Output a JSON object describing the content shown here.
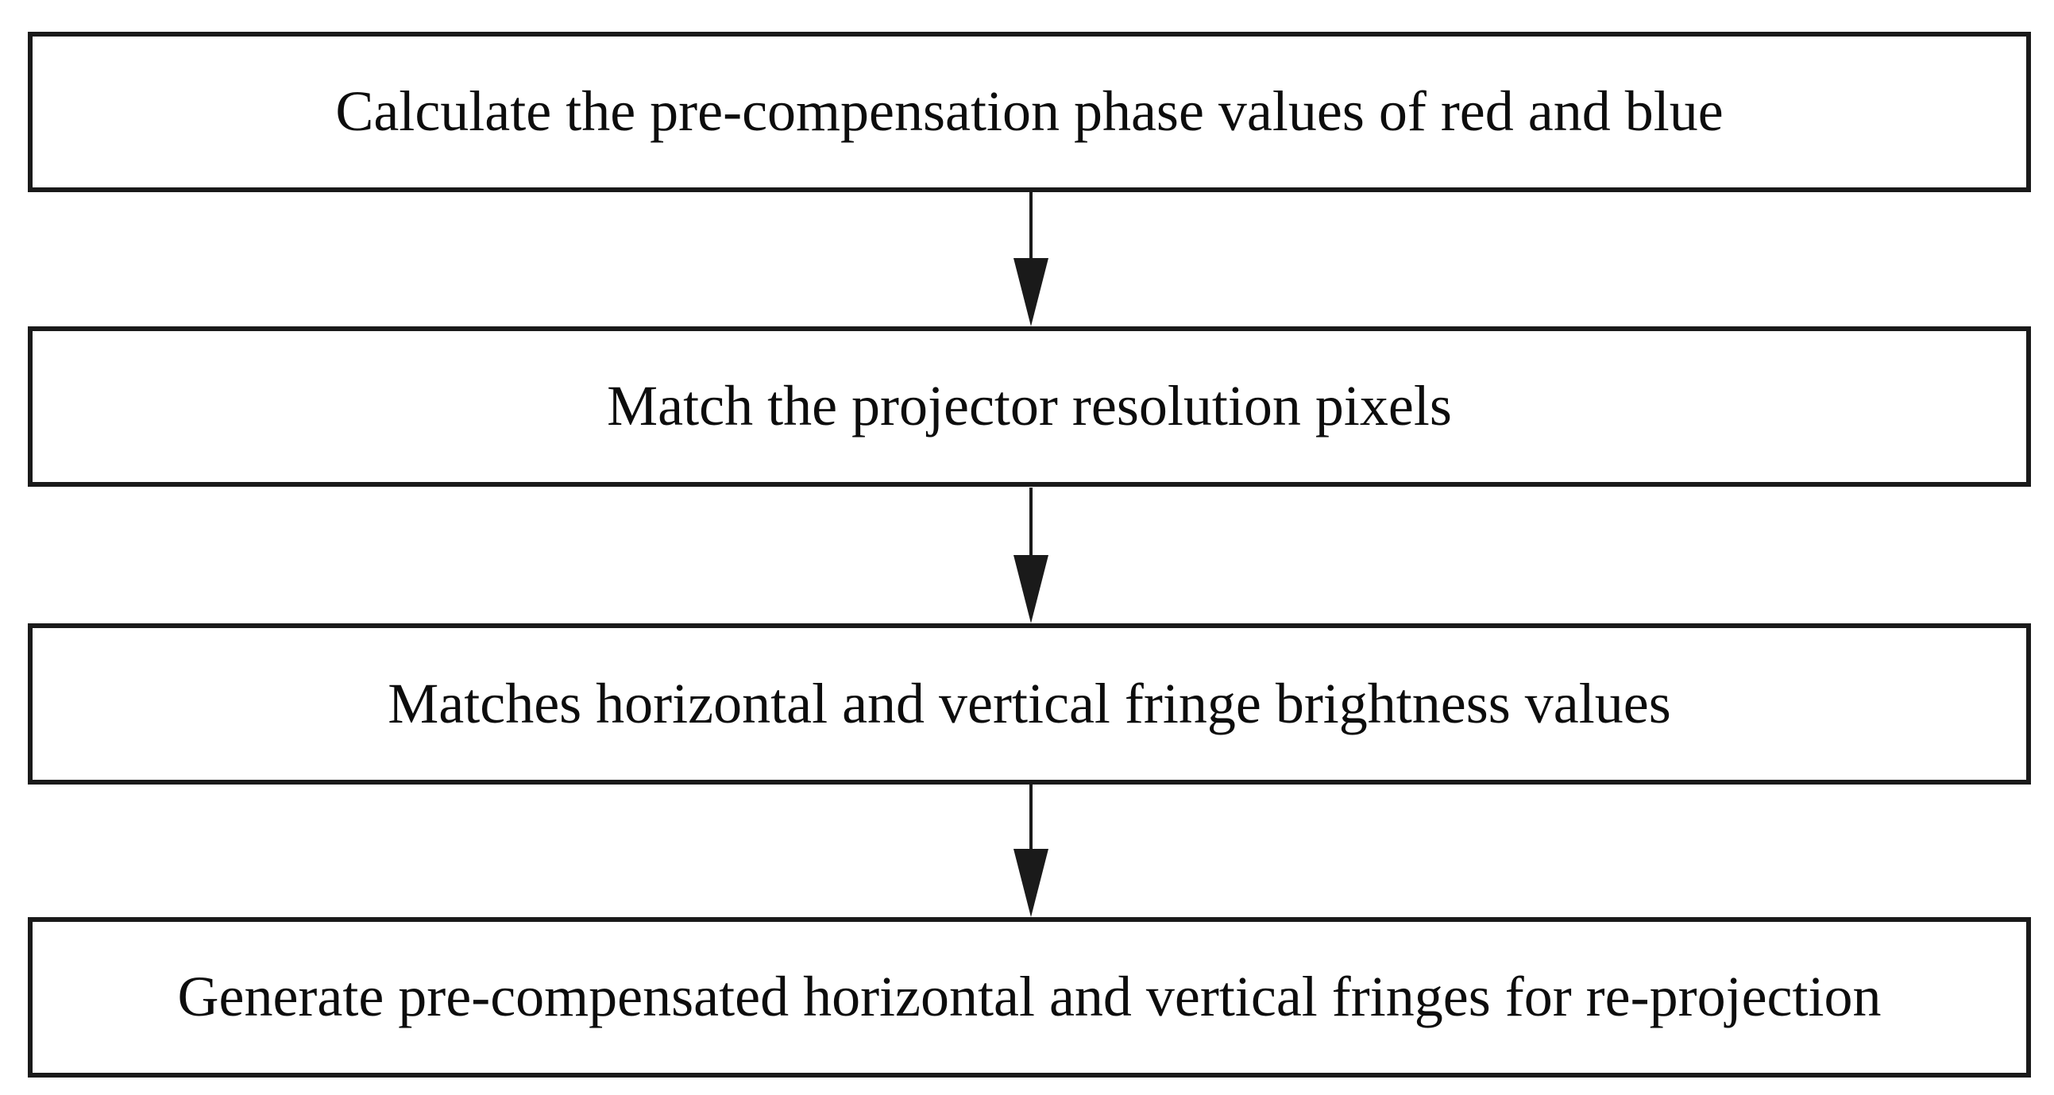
{
  "diagram": {
    "type": "flowchart",
    "orientation": "top-down",
    "colors": {
      "background": "#ffffff",
      "line": "#1a1a1a",
      "text": "#0d0d0d"
    },
    "steps": [
      {
        "label": "Calculate the pre-compensation phase values of red and blue"
      },
      {
        "label": "Match the projector resolution pixels"
      },
      {
        "label": "Matches horizontal and vertical fringe brightness values"
      },
      {
        "label": "Generate pre-compensated horizontal and vertical fringes for re-projection"
      }
    ],
    "connectors": [
      {
        "from": 0,
        "to": 1,
        "style": "arrow-down"
      },
      {
        "from": 1,
        "to": 2,
        "style": "arrow-down"
      },
      {
        "from": 2,
        "to": 3,
        "style": "arrow-down"
      }
    ]
  }
}
